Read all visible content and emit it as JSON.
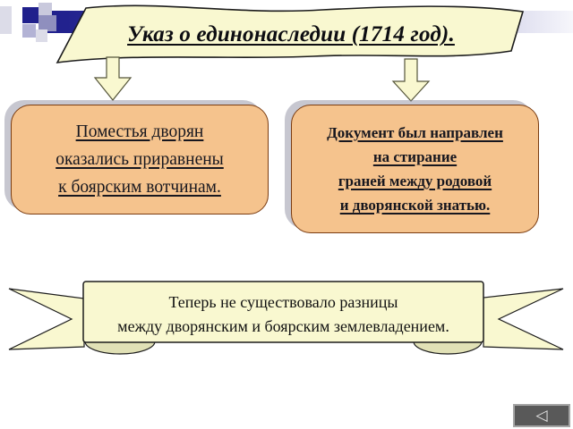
{
  "slide": {
    "title": "Указ о единонаследии (1714 год).",
    "boxes": {
      "left": {
        "lines": [
          "Поместья дворян",
          "оказались приравнены",
          "к боярским вотчинам."
        ]
      },
      "right": {
        "lines": [
          "Документ был направлен",
          "на стирание",
          "граней между родовой",
          "и дворянской знатью."
        ]
      }
    },
    "ribbon": {
      "lines": [
        "Теперь не существовало разницы",
        "между дворянским и боярским землевладением."
      ]
    },
    "nav": {
      "back_icon": "◁"
    },
    "colors": {
      "banner_fill": "#f9f8d0",
      "box_fill": "#f5c38d",
      "box_border": "#7a3c11",
      "band_navy": "#1f1f8c",
      "ribbon_fill": "#f9f8d0",
      "ribbon_roll": "#e1e1b6",
      "button_gray": "#595959"
    }
  }
}
